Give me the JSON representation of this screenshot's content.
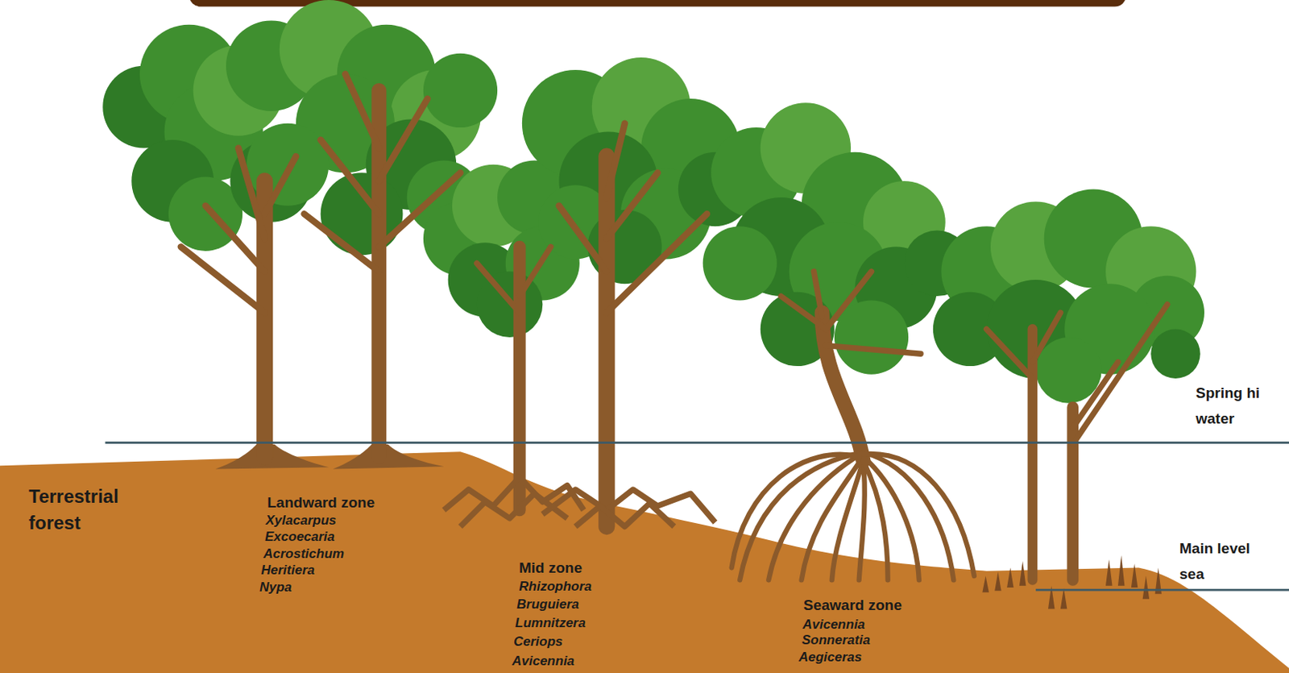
{
  "diagram": {
    "labels": [
      "Terrestrial forest",
      "Landward zone",
      "Xylacarpus",
      "Excoecaria",
      "Acrostichum",
      "Heritiera",
      "Nypa",
      "Mid zone",
      "Rhizophora",
      "Bruguiera",
      "Lumnitzera",
      "Ceriops",
      "Avicennia",
      "Seaward zone",
      "Avicennia",
      "Sonneratia",
      "Aegiceras",
      "Spring hi water",
      "Main level sea"
    ]
  }
}
